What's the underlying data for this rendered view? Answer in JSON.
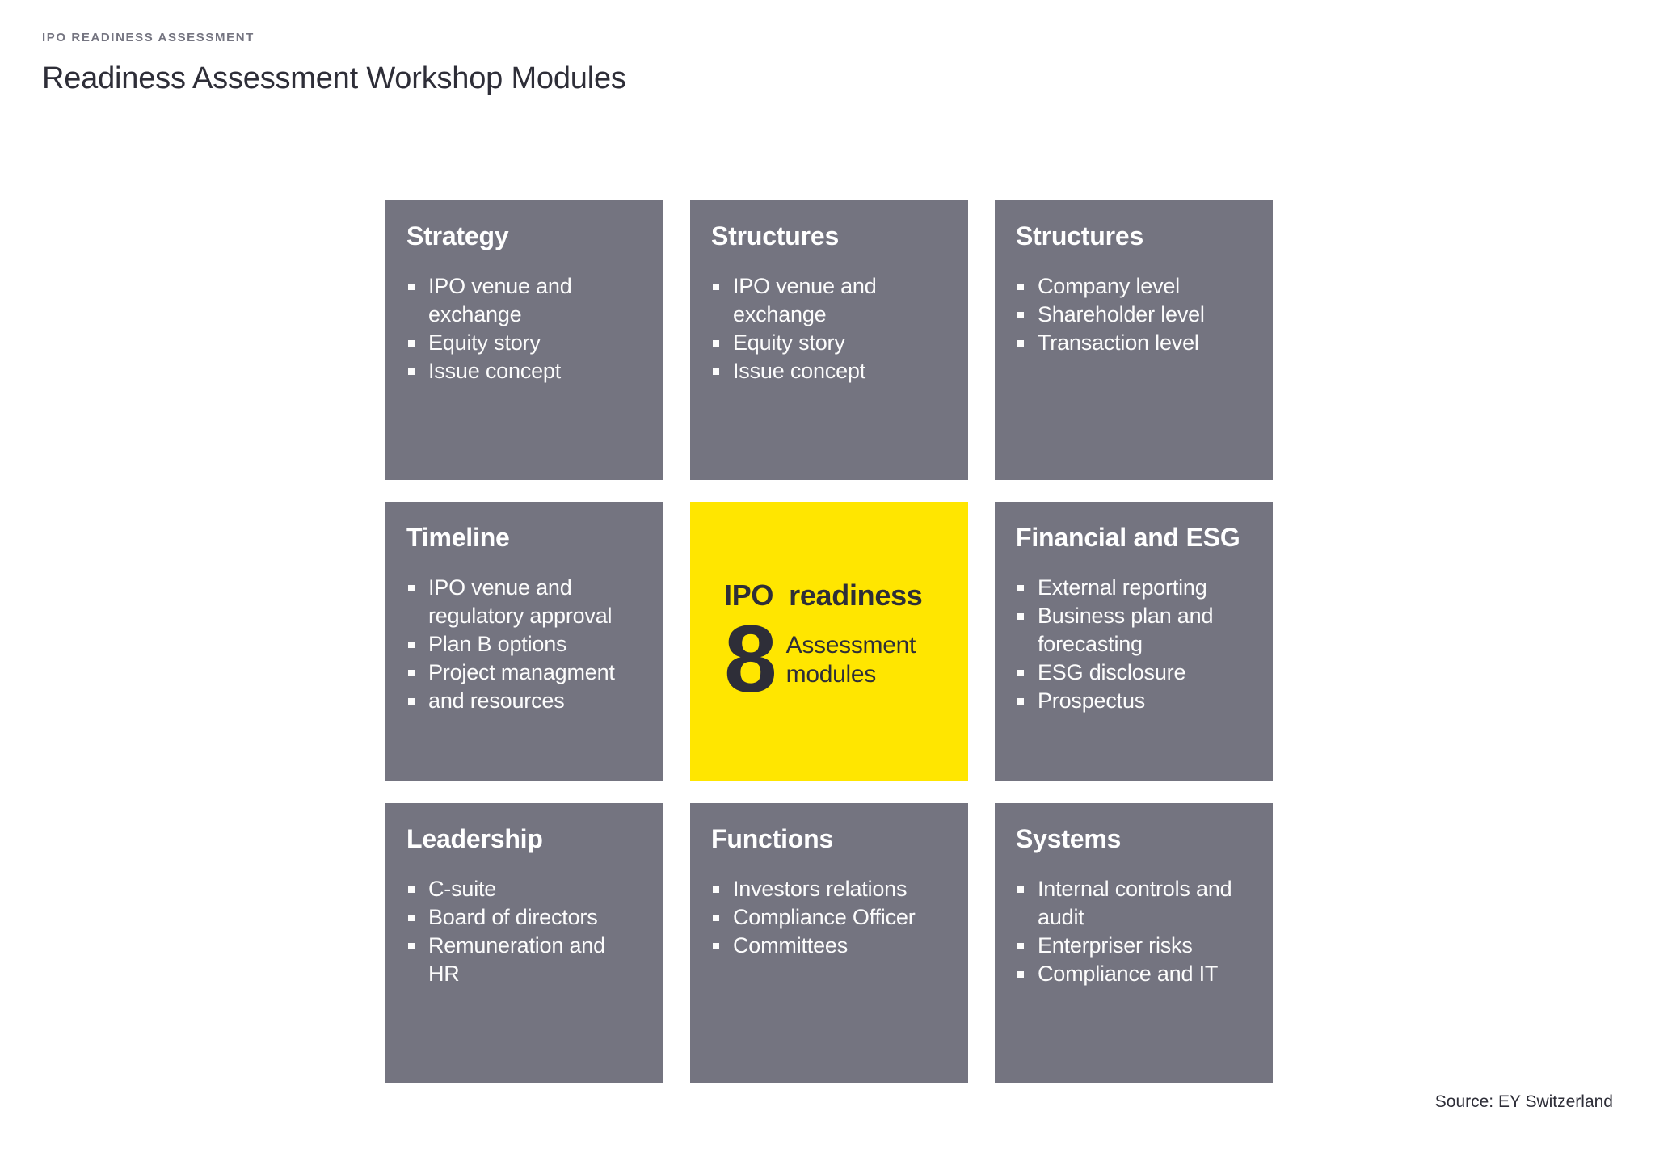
{
  "page": {
    "eyebrow": "IPO READINESS ASSESSMENT",
    "title": "Readiness Assessment Workshop Modules",
    "source": "Source: EY Switzerland"
  },
  "center": {
    "title_words": [
      "IPO",
      "readiness"
    ],
    "big_number": "8",
    "label_line1": "Assessment",
    "label_line2": "modules"
  },
  "modules": [
    {
      "title": "Strategy",
      "bullets": [
        "IPO venue and exchange",
        "Equity story",
        "Issue concept"
      ]
    },
    {
      "title": "Structures",
      "bullets": [
        "IPO venue and exchange",
        "Equity story",
        "Issue concept"
      ]
    },
    {
      "title": "Structures",
      "bullets": [
        "Company level",
        "Shareholder level",
        "Transaction level"
      ]
    },
    {
      "title": "Timeline",
      "bullets": [
        "IPO venue and regulatory approval",
        "Plan B options",
        "Project managment",
        "and resources"
      ]
    },
    {
      "title": "Financial and ESG",
      "bullets": [
        "External reporting",
        "Business plan and forecasting",
        "ESG disclosure",
        "Prospectus"
      ]
    },
    {
      "title": "Leadership",
      "bullets": [
        "C-suite",
        "Board of directors",
        "Remuneration and HR"
      ]
    },
    {
      "title": "Functions",
      "bullets": [
        "Investors relations",
        "Compliance Officer",
        "Committees"
      ]
    },
    {
      "title": "Systems",
      "bullets": [
        "Internal controls and audit",
        "Enterpriser risks",
        "Compliance and IT"
      ]
    }
  ],
  "colors": {
    "card_gray": "#747480",
    "accent_yellow": "#ffe600",
    "text_dark": "#2e2e38",
    "text_light": "#ffffff"
  }
}
